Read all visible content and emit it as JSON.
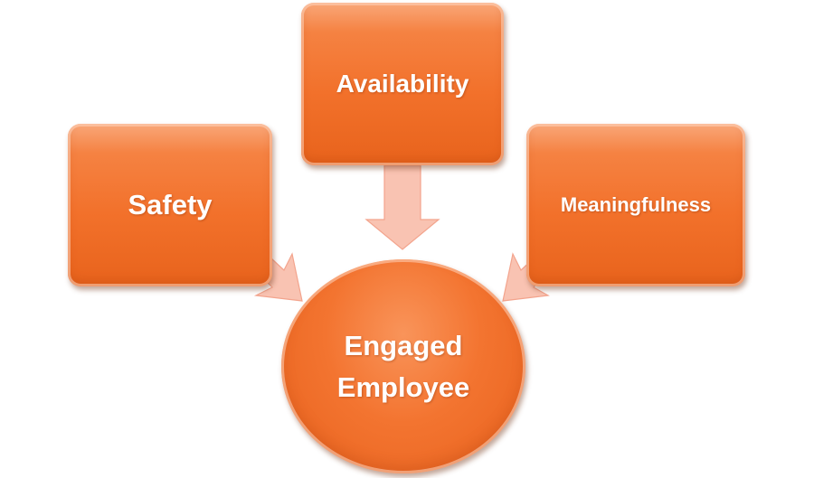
{
  "diagram": {
    "nodes": {
      "availability": {
        "label": "Availability"
      },
      "safety": {
        "label": "Safety"
      },
      "meaningfulness": {
        "label": "Meaningfulness"
      },
      "engaged_employee": {
        "label_line1": "Engaged",
        "label_line2": "Employee"
      }
    },
    "edges": [
      {
        "from": "availability",
        "to": "engaged_employee"
      },
      {
        "from": "safety",
        "to": "engaged_employee"
      },
      {
        "from": "meaningfulness",
        "to": "engaged_employee"
      }
    ],
    "colors": {
      "node_fill": "#f37430",
      "node_text": "#ffffff",
      "arrow_fill": "#f9c3b2",
      "arrow_stroke": "#f3a48d"
    }
  }
}
